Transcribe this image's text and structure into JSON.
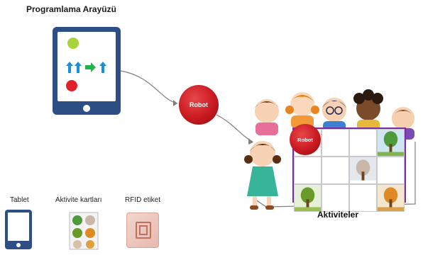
{
  "title": "Programlama Arayüzü",
  "robot_main_label": "Robot",
  "robot_small_label": "Robot",
  "activities_label": "Aktiviteler",
  "legend": {
    "tablet": "Tablet",
    "cards": "Aktivite kartları",
    "rfid": "RFID etiket"
  },
  "colors": {
    "tablet_blue": "#2d4f86",
    "robot_red": "#c91a20",
    "grid_border": "#7a2ea0",
    "green_dot": "#a8d43a",
    "red_dot": "#e0212a",
    "arrow_blue": "#1d8fd6",
    "arrow_green": "#22b24c"
  }
}
